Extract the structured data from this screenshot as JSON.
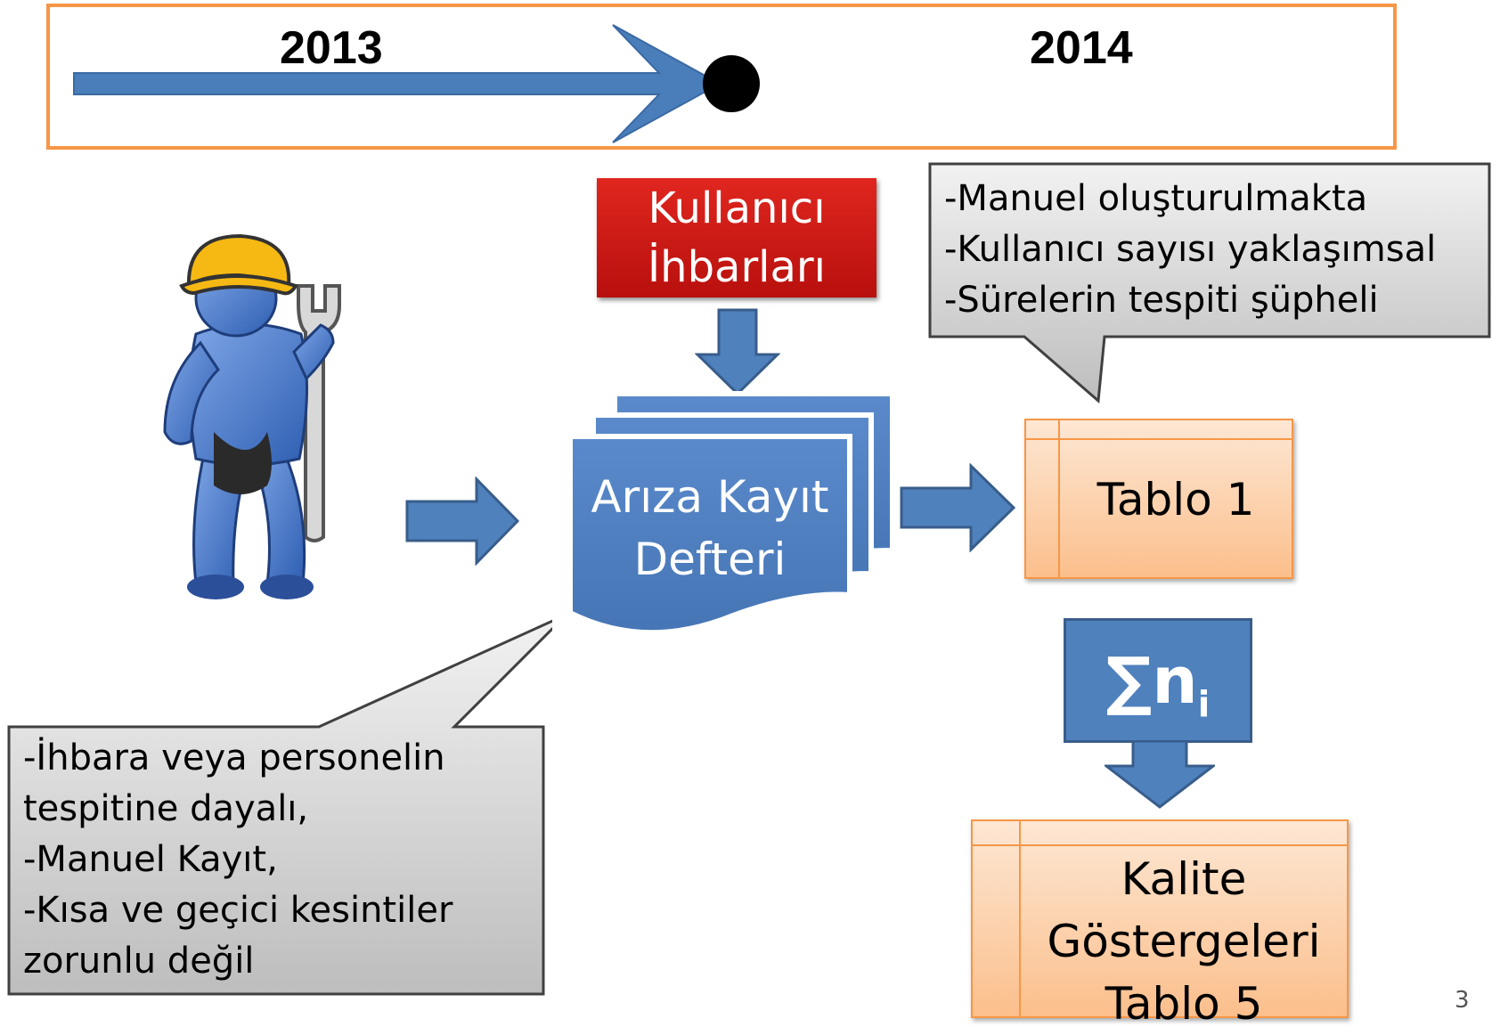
{
  "timeline": {
    "year_start": "2013",
    "year_end": "2014"
  },
  "source_box": {
    "line1": "Kullanıcı",
    "line2": "İhbarları"
  },
  "document": {
    "line1": "Arıza Kayıt",
    "line2": "Defteri"
  },
  "top_callout": {
    "lines": [
      "-Manuel oluşturulmakta",
      "-Kullanıcı sayısı yaklaşımsal",
      "-Sürelerin tespiti şüpheli"
    ]
  },
  "table1": {
    "label": "Tablo 1"
  },
  "sum_box": {
    "symbol": "∑n",
    "subscript": "i"
  },
  "table5": {
    "line1": "Kalite",
    "line2": "Göstergeleri",
    "line3": "Tablo 5"
  },
  "bottom_callout": {
    "lines": [
      "-İhbara veya personelin",
      "tespitine dayalı,",
      "-Manuel Kayıt,",
      "-Kısa ve geçici kesintiler",
      "zorunlu değil"
    ]
  },
  "page_number": "3",
  "colors": {
    "accent_orange": "#f79646",
    "arrow_blue": "#4f81bd",
    "alert_red": "#d9261f",
    "callout_gray": "#d9d9d9"
  },
  "icons": {
    "worker": "worker-with-wrench-icon"
  }
}
